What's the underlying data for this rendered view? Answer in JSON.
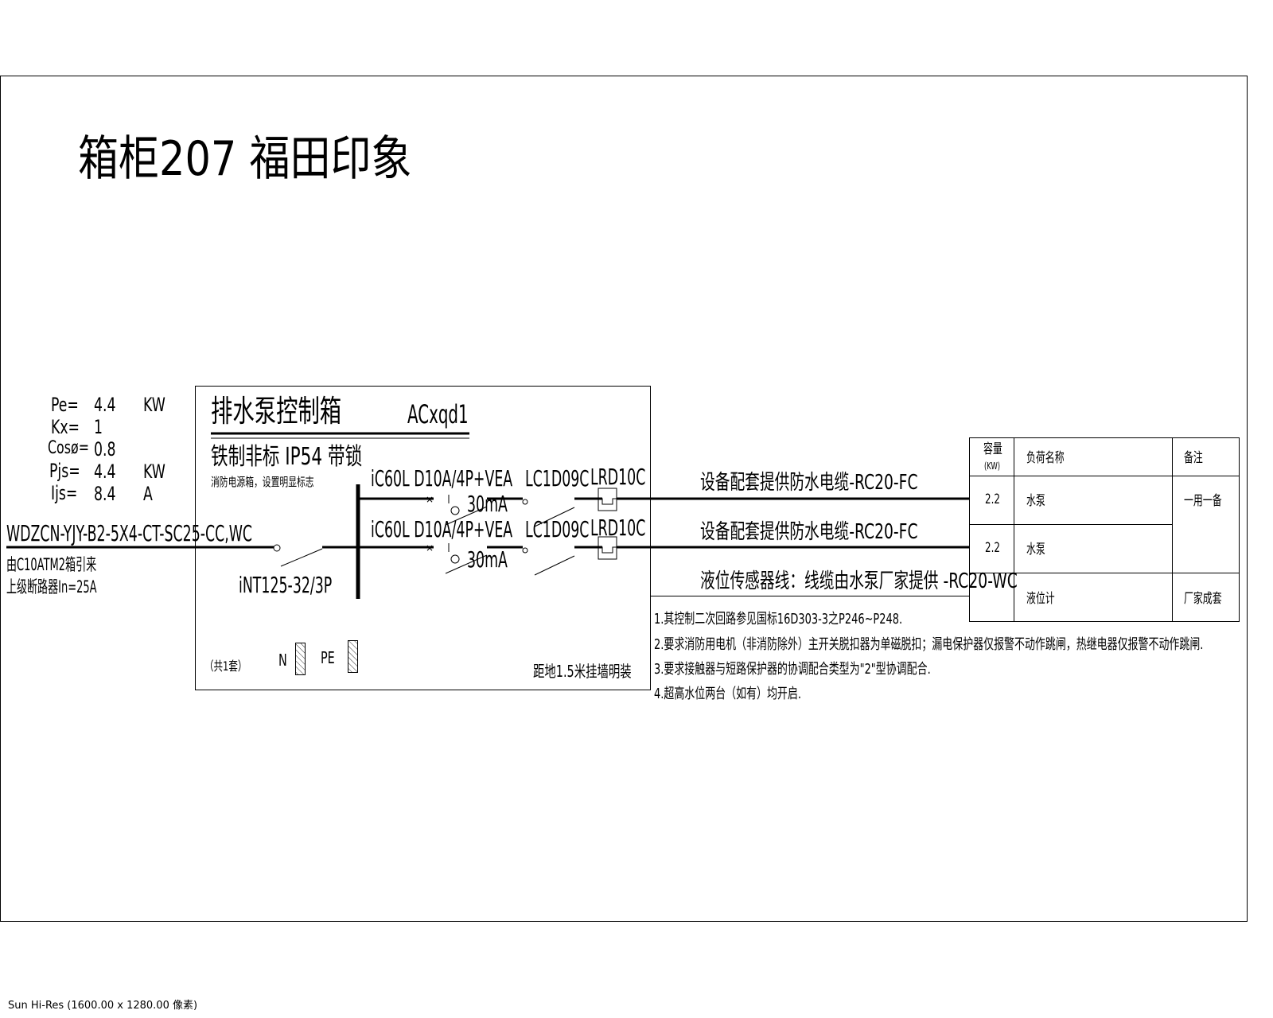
{
  "title": "箱柜207 福田印象",
  "params": [
    {
      "label": "Pe=",
      "value": "4.4",
      "unit": "KW"
    },
    {
      "label": "Kx=",
      "value": "1",
      "unit": ""
    },
    {
      "label": "Cosø=",
      "value": "0.8",
      "unit": ""
    },
    {
      "label": "Pjs=",
      "value": "4.4",
      "unit": "KW"
    },
    {
      "label": "Ijs=",
      "value": "8.4",
      "unit": "A"
    }
  ],
  "incoming": {
    "cable": "WDZCN-YJY-B2-5X4-CT-SC25-CC,WC",
    "source": "由C10ATM2箱引来",
    "upstream": "上级断路器In=25A",
    "main_breaker": "iNT125-32/3P"
  },
  "box": {
    "name": "排水泵控制箱",
    "code": "ACxqd1",
    "spec": "铁制非标 IP54 带锁",
    "note": "消防电源箱，设置明显标志",
    "quantity": "（共1套）",
    "n_label": "N",
    "pe_label": "PE",
    "mounting": "距地1.5米挂墙明装"
  },
  "circuits": [
    {
      "breaker": "iC60L D10A/4P+VEA",
      "rcd": "30mA",
      "contactor": "LC1D09C",
      "relay": "LRD10C",
      "cable": "设备配套提供防水电缆-RC20-FC"
    },
    {
      "breaker": "iC60L D10A/4P+VEA",
      "rcd": "30mA",
      "contactor": "LC1D09C",
      "relay": "LRD10C",
      "cable": "设备配套提供防水电缆-RC20-FC"
    }
  ],
  "sensor_line": "液位传感器线：线缆由水泵厂家提供 -RC20-WC",
  "table": {
    "headers": {
      "capacity": "容量",
      "capacity_unit": "(KW)",
      "load": "负荷名称",
      "remark": "备注"
    },
    "rows": [
      {
        "capacity": "2.2",
        "load": "水泵"
      },
      {
        "capacity": "2.2",
        "load": "水泵"
      },
      {
        "capacity": "",
        "load": "液位计"
      }
    ],
    "remark_pumps": "一用一备",
    "remark_sensor": "厂家成套"
  },
  "notes": [
    "1.其控制二次回路参见国标16D303-3之P246~P248.",
    "2.要求消防用电机（非消防除外）主开关脱扣器为单磁脱扣；漏电保护器仅报警不动作跳闸，热继电器仅报警不动作跳闸.",
    "3.要求接触器与短路保护器的协调配合类型为\"2\"型协调配合.",
    "4.超高水位两台（如有）均开启."
  ],
  "status_bar": "Sun Hi-Res (1600.00 x 1280.00 像素)"
}
